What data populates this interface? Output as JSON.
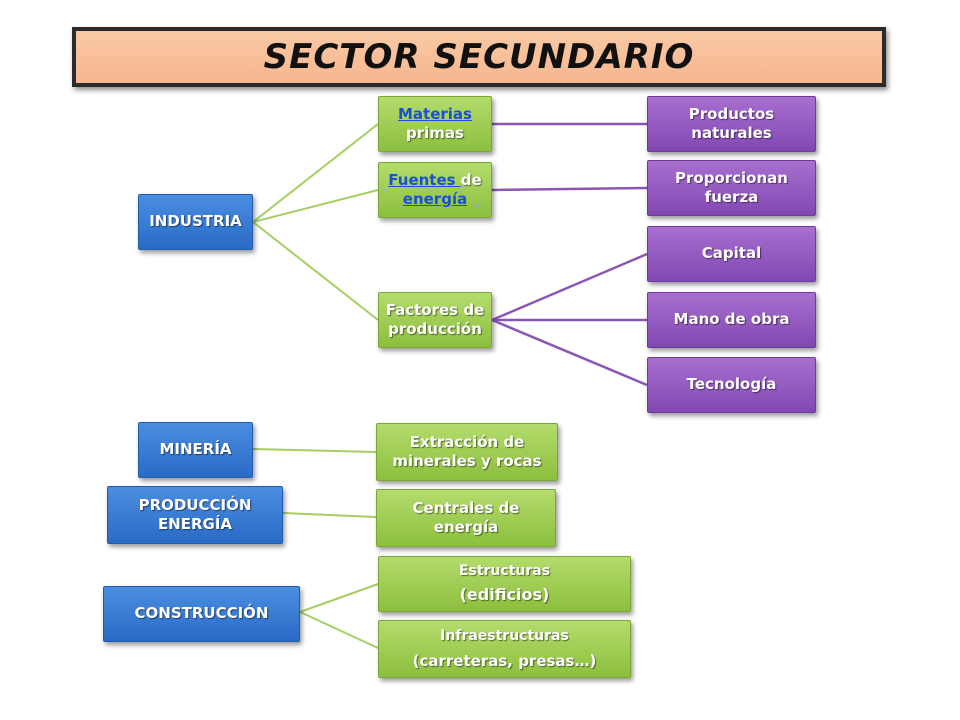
{
  "title": "SECTOR SECUNDARIO",
  "colors": {
    "primary_node": "#2a6bc6",
    "secondary_node": "#8cbf3e",
    "tertiary_node": "#8248b2",
    "title_bg": "#f6b78f"
  },
  "nodes": {
    "industria": "INDUSTRIA",
    "materias_link": "Materias",
    "materias_rest": " primas",
    "fuentes_link": "Fuentes ",
    "fuentes_rest": "de",
    "energia_link": "energía",
    "factores": "Factores de producción",
    "productos": "Productos naturales",
    "proporcionan": "Proporcionan fuerza",
    "capital": "Capital",
    "mano": "Mano de obra",
    "tecnologia": "Tecnología",
    "mineria": "MINERÍA",
    "extraccion": "Extracción de minerales y rocas",
    "produccion_energia": "PRODUCCIÓN ENERGÍA",
    "centrales": "Centrales de energía",
    "construccion": "CONSTRUCCIÓN",
    "estructuras_1": "Estructuras",
    "estructuras_2": "(edificios)",
    "infra_1": "Infraestructuras",
    "infra_2": "(carreteras, presas…)"
  }
}
